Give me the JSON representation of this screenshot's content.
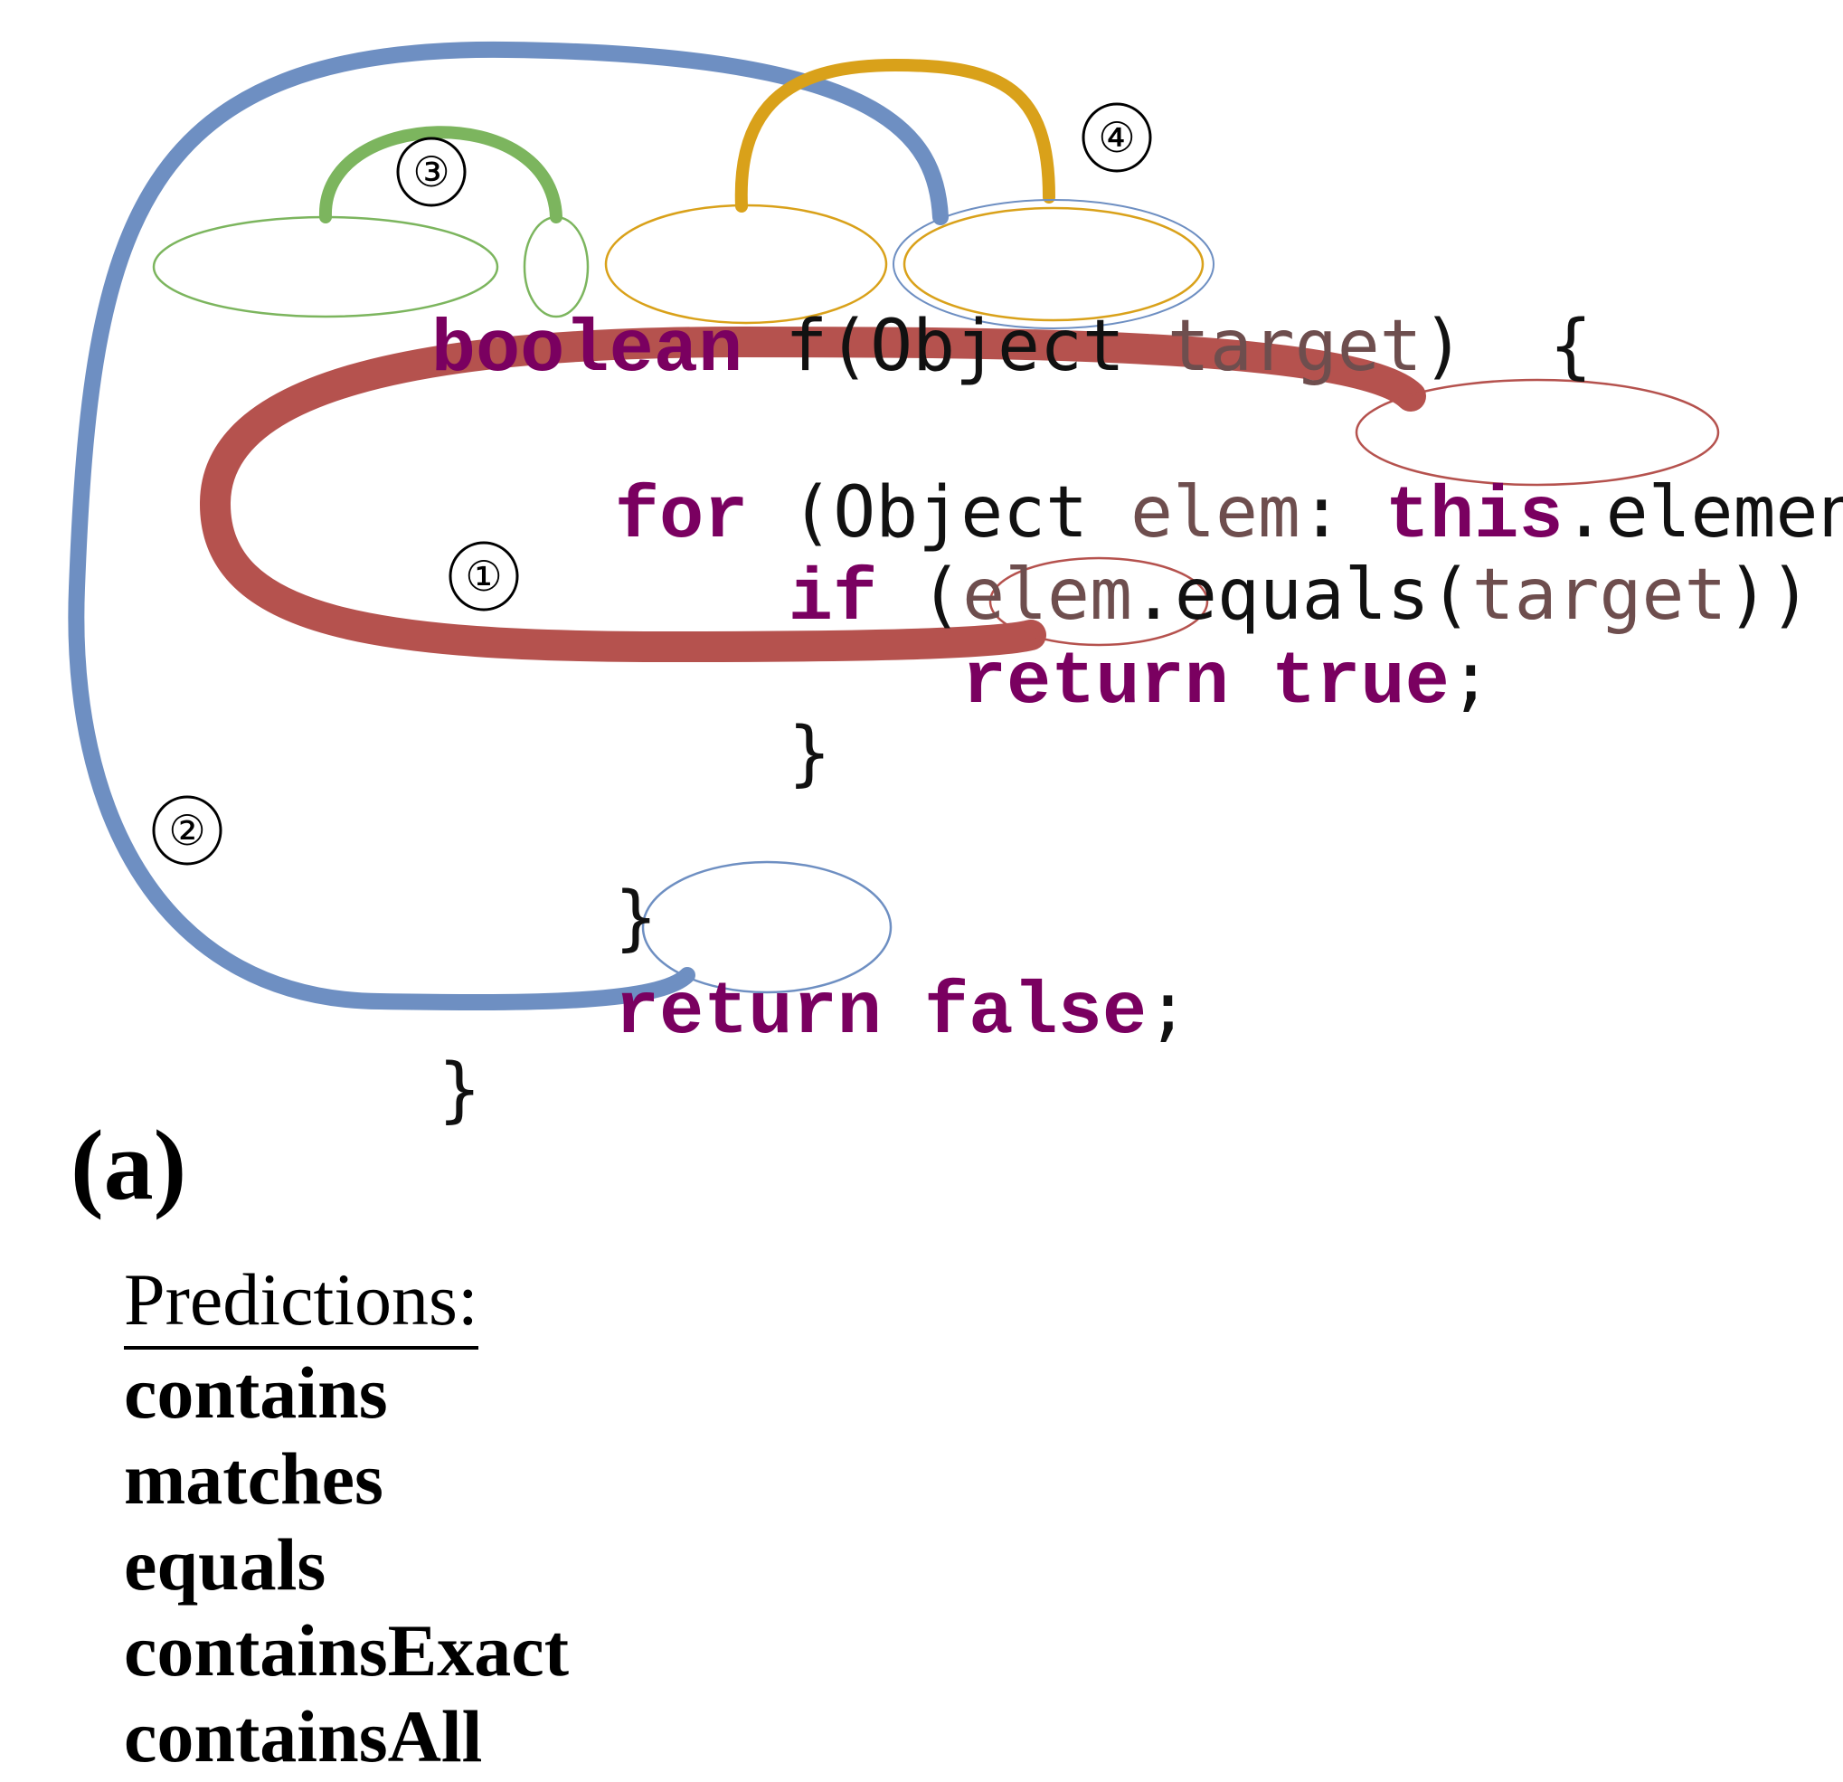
{
  "colors": {
    "keyword": "#7a0060",
    "identifier": "#6e4e4e",
    "plain": "#111111",
    "relation_1": "#b5524e",
    "relation_2": "#6e8fc2",
    "relation_3": "#7cb55e",
    "relation_4": "#d9a11a"
  },
  "code": {
    "l1": {
      "t1": "boolean",
      "t2": " f(",
      "t3": "Object",
      "t4": " ",
      "t5": "target",
      "t6": ")  {"
    },
    "l2": {
      "t1": "for",
      "t2": " (Object ",
      "t3": "elem",
      "t4": ": ",
      "t5": "this",
      "t6": ".",
      "t7": "elements",
      "t8": ")  {"
    },
    "l3": {
      "t1": "if",
      "t2": " (",
      "t3": "elem",
      "t4": ".equals(",
      "t5": "target",
      "t6": "))  {"
    },
    "l4": {
      "t1": "return",
      "t2": " ",
      "t3": "true",
      "t4": ";"
    },
    "l5": {
      "t1": "}"
    },
    "l6": {
      "t1": "}"
    },
    "l7": {
      "t1": "return",
      "t2": " ",
      "t3": "false",
      "t4": ";"
    },
    "l8": {
      "t1": "}"
    }
  },
  "markers": {
    "m1": "①",
    "m2": "②",
    "m3": "③",
    "m4": "④"
  },
  "caption": "(a)",
  "predictions": {
    "heading": "Predictions:",
    "items": [
      "contains",
      "matches",
      "equals",
      "containsExact",
      "containsAll"
    ]
  }
}
